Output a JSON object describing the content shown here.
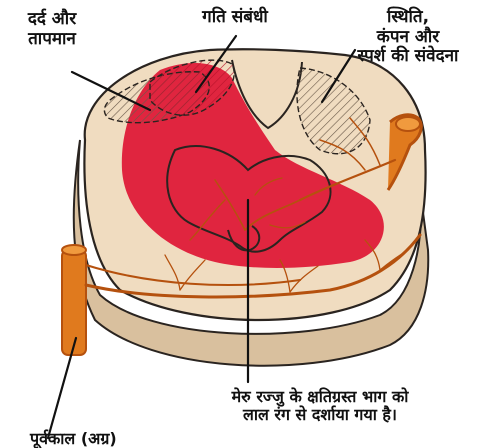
{
  "labels": {
    "pain_temperature_line1": "दर्द और",
    "pain_temperature_line2": "तापमान",
    "motor": "गति संबंधी",
    "position_line1": "स्थिति,",
    "position_line2": "कंपन और",
    "position_line3": "स्पर्श की संवेदना",
    "caption_line1": "मेरु रज्जु के क्षतिग्रस्त भाग को",
    "caption_line2": "लाल रंग से दर्शाया गया है।",
    "artery_partial": "पूर्वकाल (अग्र)"
  },
  "colors": {
    "cord_fill": "#f0dcc0",
    "cord_outline": "#2a2420",
    "damage_red": "#e0253f",
    "vessel_orange": "#e07a1e",
    "vessel_dark": "#b5510e",
    "hatch": "#6a5a4a"
  }
}
